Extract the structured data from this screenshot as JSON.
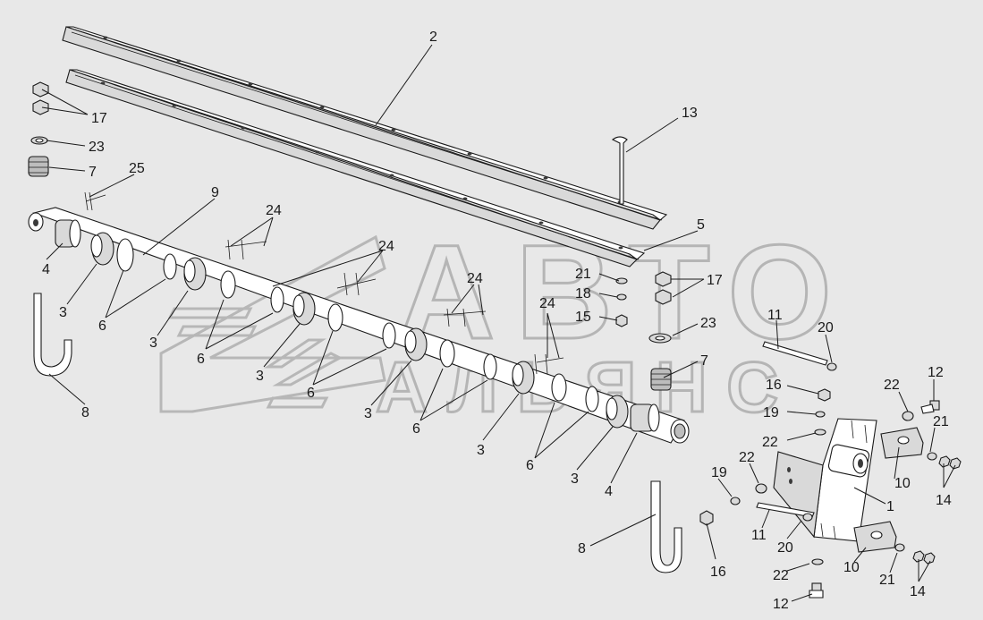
{
  "watermark": {
    "line1": "АВТО",
    "line2": "АЛЬЯНС"
  },
  "labels": [
    {
      "id": "l2",
      "text": "2"
    },
    {
      "id": "l13",
      "text": "13"
    },
    {
      "id": "l17a",
      "text": "17"
    },
    {
      "id": "l23a",
      "text": "23"
    },
    {
      "id": "l7a",
      "text": "7"
    },
    {
      "id": "l25",
      "text": "25"
    },
    {
      "id": "l9",
      "text": "9"
    },
    {
      "id": "l24a",
      "text": "24"
    },
    {
      "id": "l24b",
      "text": "24"
    },
    {
      "id": "l24c",
      "text": "24"
    },
    {
      "id": "l24d",
      "text": "24"
    },
    {
      "id": "l5",
      "text": "5"
    },
    {
      "id": "l21a",
      "text": "21"
    },
    {
      "id": "l18",
      "text": "18"
    },
    {
      "id": "l15",
      "text": "15"
    },
    {
      "id": "l17b",
      "text": "17"
    },
    {
      "id": "l23b",
      "text": "23"
    },
    {
      "id": "l11a",
      "text": "11"
    },
    {
      "id": "l20a",
      "text": "20"
    },
    {
      "id": "l7b",
      "text": "7"
    },
    {
      "id": "l16a",
      "text": "16"
    },
    {
      "id": "l19a",
      "text": "19"
    },
    {
      "id": "l22a",
      "text": "22"
    },
    {
      "id": "l12a",
      "text": "12"
    },
    {
      "id": "l22b",
      "text": "22"
    },
    {
      "id": "l21b",
      "text": "21"
    },
    {
      "id": "l22c",
      "text": "22"
    },
    {
      "id": "l10a",
      "text": "10"
    },
    {
      "id": "l14a",
      "text": "14"
    },
    {
      "id": "l19b",
      "text": "19"
    },
    {
      "id": "l1",
      "text": "1"
    },
    {
      "id": "l11b",
      "text": "11"
    },
    {
      "id": "l20b",
      "text": "20"
    },
    {
      "id": "l16b",
      "text": "16"
    },
    {
      "id": "l10b",
      "text": "10"
    },
    {
      "id": "l22d",
      "text": "22"
    },
    {
      "id": "l21c",
      "text": "21"
    },
    {
      "id": "l14b",
      "text": "14"
    },
    {
      "id": "l12b",
      "text": "12"
    },
    {
      "id": "l4a",
      "text": "4"
    },
    {
      "id": "l3a",
      "text": "3"
    },
    {
      "id": "l6a",
      "text": "6"
    },
    {
      "id": "l3b",
      "text": "3"
    },
    {
      "id": "l6b",
      "text": "6"
    },
    {
      "id": "l3c",
      "text": "3"
    },
    {
      "id": "l6c",
      "text": "6"
    },
    {
      "id": "l3d",
      "text": "3"
    },
    {
      "id": "l6d",
      "text": "6"
    },
    {
      "id": "l3e",
      "text": "3"
    },
    {
      "id": "l6e",
      "text": "6"
    },
    {
      "id": "l3f",
      "text": "3"
    },
    {
      "id": "l4b",
      "text": "4"
    },
    {
      "id": "l8a",
      "text": "8"
    },
    {
      "id": "l8b",
      "text": "8"
    }
  ]
}
